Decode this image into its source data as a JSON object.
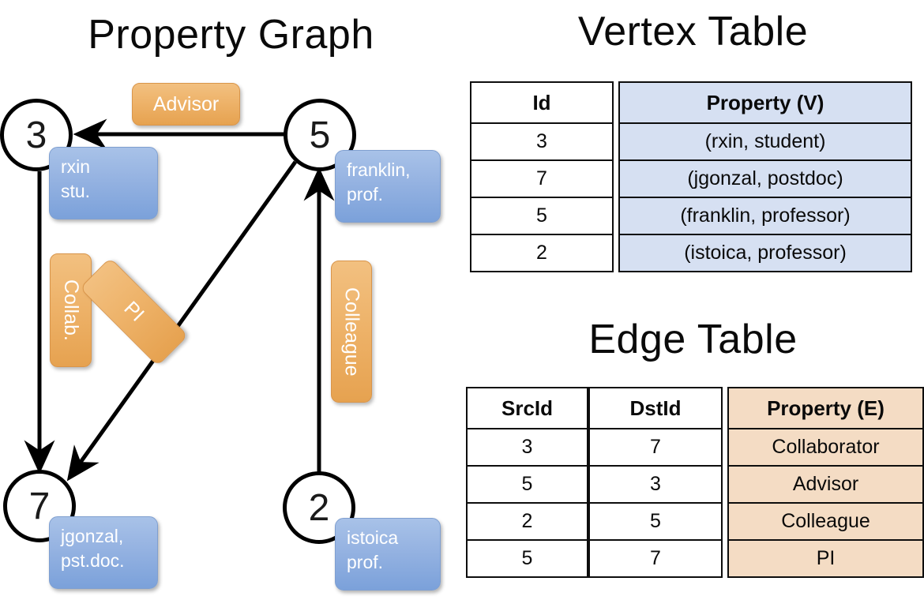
{
  "titles": {
    "property_graph": "Property Graph",
    "vertex_table": "Vertex Table",
    "edge_table": "Edge Table"
  },
  "graph": {
    "nodes": [
      {
        "id": "3",
        "property_line1": "rxin",
        "property_line2": "stu."
      },
      {
        "id": "5",
        "property_line1": "franklin,",
        "property_line2": "prof."
      },
      {
        "id": "7",
        "property_line1": "jgonzal,",
        "property_line2": "pst.doc."
      },
      {
        "id": "2",
        "property_line1": "istoica",
        "property_line2": "prof."
      }
    ],
    "edge_labels": {
      "advisor": "Advisor",
      "collab": "Collab.",
      "pi": "PI",
      "colleague": "Colleague"
    },
    "colors": {
      "node_stroke": "#000000",
      "vertex_box": "#97b4e2",
      "edge_box": "#eeb36a",
      "arrow": "#000000"
    }
  },
  "vertex_table": {
    "headers": [
      "Id",
      "Property (V)"
    ],
    "rows": [
      {
        "id": "3",
        "property": "(rxin, student)"
      },
      {
        "id": "7",
        "property": "(jgonzal, postdoc)"
      },
      {
        "id": "5",
        "property": "(franklin, professor)"
      },
      {
        "id": "2",
        "property": "(istoica, professor)"
      }
    ]
  },
  "edge_table": {
    "headers": [
      "SrcId",
      "DstId",
      "Property (E)"
    ],
    "rows": [
      {
        "src": "3",
        "dst": "7",
        "property": "Collaborator"
      },
      {
        "src": "5",
        "dst": "3",
        "property": "Advisor"
      },
      {
        "src": "2",
        "dst": "5",
        "property": "Colleague"
      },
      {
        "src": "5",
        "dst": "7",
        "property": "PI"
      }
    ]
  }
}
